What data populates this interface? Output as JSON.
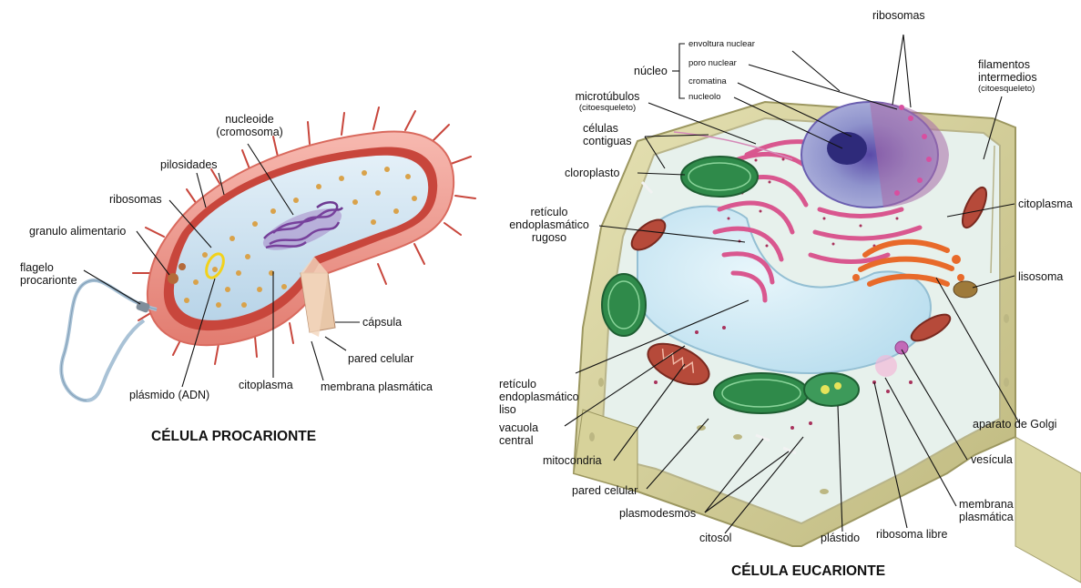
{
  "prokaryote": {
    "title": "CÉLULA PROCARIONTE",
    "labels": {
      "nucleoid_1": "nucleoide",
      "nucleoid_2": "(cromosoma)",
      "pili": "pilosidades",
      "ribosomes": "ribosomas",
      "food_granule": "granulo alimentario",
      "flagellum_1": "flagelo",
      "flagellum_2": "procarionte",
      "capsule": "cápsula",
      "cell_wall": "pared celular",
      "plasma_membrane": "membrana plasmática",
      "cytoplasm": "citoplasma",
      "plasmid": "plásmido (ADN)"
    }
  },
  "eukaryote": {
    "title": "CÉLULA EUCARIONTE",
    "labels": {
      "ribosomes": "ribosomas",
      "nucleus": "núcleo",
      "nuclear_envelope": "envoltura nuclear",
      "nuclear_pore": "poro nuclear",
      "chromatin": "cromatina",
      "nucleolus": "nucleolo",
      "microtubules_1": "microtúbulos",
      "microtubules_2": "(citoesqueleto)",
      "adjacent_cells_1": "células",
      "adjacent_cells_2": "contiguas",
      "chloroplast": "cloroplasto",
      "rough_er_1": "retículo",
      "rough_er_2": "endoplasmático",
      "rough_er_3": "rugoso",
      "smooth_er_1": "retículo",
      "smooth_er_2": "endoplasmático",
      "smooth_er_3": "liso",
      "central_vacuole_1": "vacuola",
      "central_vacuole_2": "central",
      "mitochondria": "mitocondria",
      "cell_wall": "pared celular",
      "plasmodesmata": "plasmodesmos",
      "cytosol": "citosol",
      "plastid": "plástido",
      "free_ribosome": "ribosoma libre",
      "plasma_membrane_1": "membrana",
      "plasma_membrane_2": "plasmática",
      "vesicle": "vesícula",
      "golgi": "aparato de Golgi",
      "lysosome": "lisosoma",
      "cytoplasm": "citoplasma",
      "intermediate_filaments_1": "filamentos",
      "intermediate_filaments_2": "intermedios",
      "intermediate_filaments_3": "(citoesqueleto)"
    }
  },
  "colors": {
    "capsule": "#f0a39a",
    "cell_wall": "#c8463c",
    "prok_cytoplasm": "#cfe3f0",
    "nucleoid": "#8a4fb0",
    "plant_wall": "#d8d3a0",
    "chloroplast": "#3f9a55",
    "rough_er": "#d9578f",
    "golgi": "#e86a2a",
    "mitochondria": "#b64a3a",
    "nucleus": "#8a8fc8",
    "vacuole": "#c7e6f2"
  }
}
